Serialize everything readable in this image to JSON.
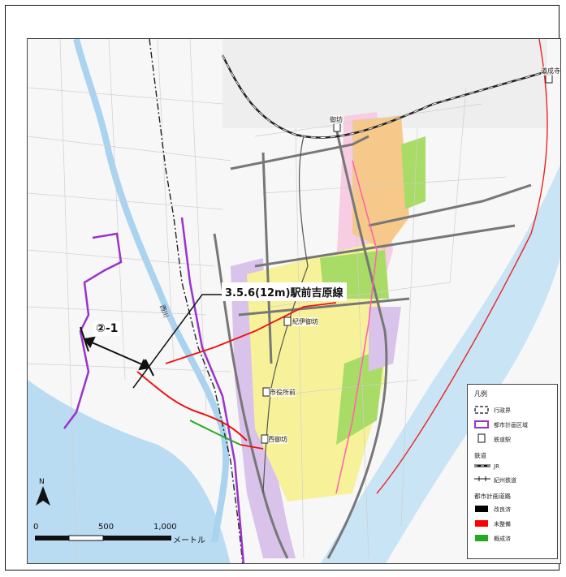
{
  "map": {
    "route_label": "3.5.6(12m)駅前吉原線",
    "zone_label": "②-1",
    "river_label": "西川",
    "stations": {
      "top_right": "道成寺",
      "top": "御坊",
      "kii_gobo": "紀伊御坊",
      "shiyakusho": "市役所前",
      "nishi_gobo": "西御坊"
    }
  },
  "legend": {
    "title": "凡例",
    "admin_boundary": "行政界",
    "city_planning_area": "都市計画区域",
    "station": "鉄道駅",
    "railway_section": "鉄道",
    "jr": "JR",
    "kishu": "紀州鉄道",
    "roads_section": "都市計画道路",
    "improved": "改良済",
    "unimproved": "未整備",
    "completed": "概成済",
    "colors": {
      "improved": "#000000",
      "unimproved": "#ff0000",
      "completed": "#22aa22",
      "area": "#9933cc"
    }
  },
  "scale": {
    "zero": "0",
    "mid": "500",
    "end": "1,000",
    "unit": "メートル"
  },
  "north": {
    "label": "N"
  }
}
